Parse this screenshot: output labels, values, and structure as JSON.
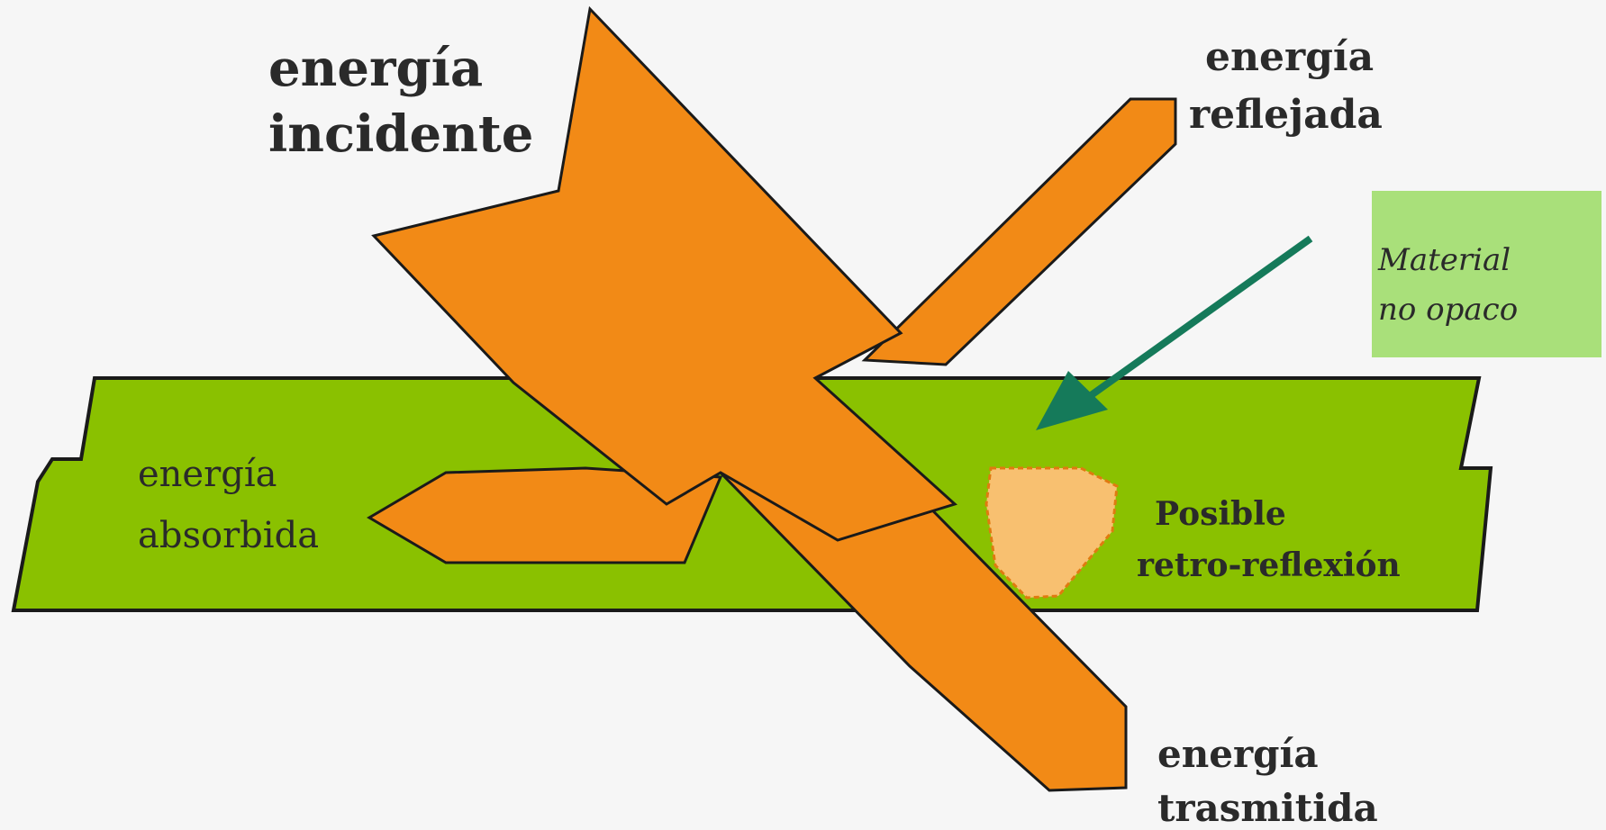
{
  "diagram": {
    "labels": {
      "incident_line1": "energía",
      "incident_line2": "incidente",
      "reflected_line1": "energía",
      "reflected_line2": "reflejada",
      "absorbed_line1": "energía",
      "absorbed_line2": "absorbida",
      "transmitted_line1": "energía",
      "transmitted_line2": "trasmitida",
      "material_line1": "Material",
      "material_line2": "no opaco",
      "retro_line1": "Posible",
      "retro_line2": "retro-reflexión"
    },
    "colors": {
      "background": "#f6f6f6",
      "material_band": "#8ac100",
      "energy_arrow": "#f28a16",
      "retro_patch": "#f8c070",
      "material_box": "#a9e07a",
      "pointer_arrow": "#157a5a",
      "outline": "#1a1a1a"
    }
  }
}
